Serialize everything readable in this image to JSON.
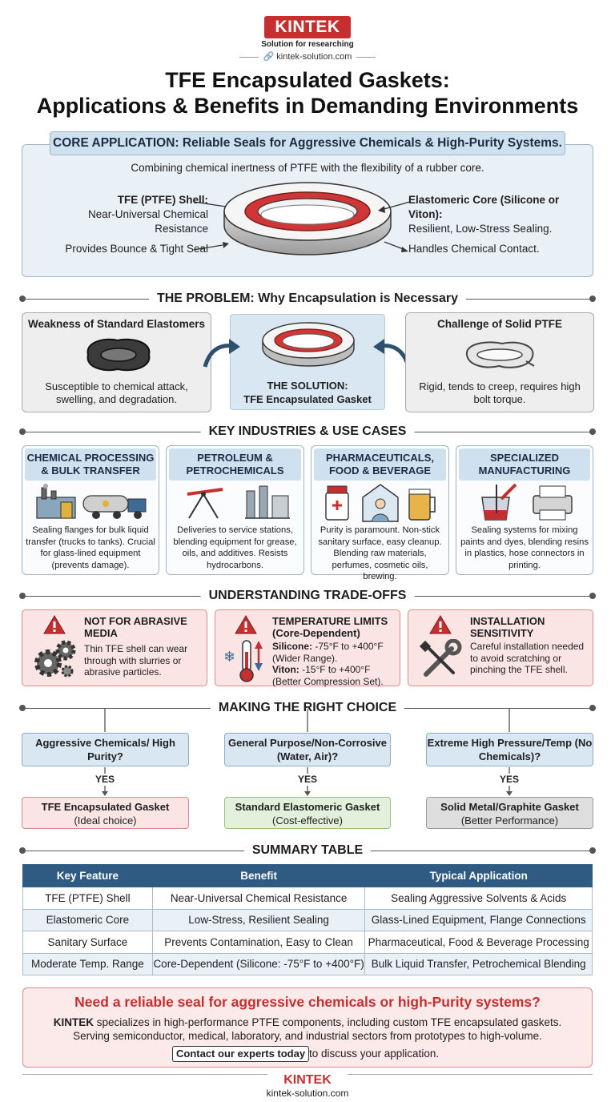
{
  "header": {
    "logo": "KINTEK",
    "tagline": "Solution for researching",
    "site": "kintek-solution.com",
    "title_line1": "TFE Encapsulated Gaskets:",
    "title_line2": "Applications & Benefits in Demanding Environments"
  },
  "core": {
    "banner": "CORE APPLICATION: Reliable Seals for Aggressive Chemicals & High-Purity Systems.",
    "subtitle": "Combining chemical inertness of PTFE with the flexibility of a rubber core.",
    "left_title": "TFE (PTFE) Shell:",
    "left_text": "Near-Universal Chemical Resistance",
    "right_title": "Elastomeric Core (Silicone or Viton):",
    "right_text": "Resilient, Low-Stress Sealing.",
    "bottom_left": "Provides Bounce & Tight Seal",
    "bottom_right": "Handles Chemical Contact."
  },
  "problem": {
    "heading": "THE PROBLEM: Why Encapsulation is Necessary",
    "left_title": "Weakness of Standard Elastomers",
    "left_text": "Susceptible to chemical attack, swelling, and degradation.",
    "center_line1": "THE SOLUTION:",
    "center_line2": "TFE Encapsulated Gasket",
    "right_title": "Challenge of Solid PTFE",
    "right_text": "Rigid, tends to creep, requires high bolt torque."
  },
  "industries": {
    "heading": "KEY INDUSTRIES & USE CASES",
    "items": [
      {
        "title": "CHEMICAL PROCESSING & BULK TRANSFER",
        "text": "Sealing flanges for bulk liquid transfer (trucks to tanks). Crucial for glass-lined equipment (prevents damage)."
      },
      {
        "title": "PETROLEUM & PETROCHEMICALS",
        "text": "Deliveries to service stations, blending equipment for grease, oils, and additives. Resists hydrocarbons."
      },
      {
        "title": "PHARMACEUTICALS, FOOD & BEVERAGE",
        "text": "Purity is paramount. Non-stick sanitary surface, easy cleanup. Blending raw materials, perfumes, cosmetic oils, brewing."
      },
      {
        "title": "SPECIALIZED MANUFACTURING",
        "text": "Sealing systems for mixing paints and dyes, blending resins in plastics, hose connectors in printing."
      }
    ]
  },
  "tradeoffs": {
    "heading": "UNDERSTANDING TRADE-OFFS",
    "abrasive_title": "NOT FOR ABRASIVE MEDIA",
    "abrasive_text": "Thin TFE shell can wear through with slurries or abrasive particles.",
    "temp_title": "TEMPERATURE LIMITS (Core-Dependent)",
    "temp_silicone_label": "Silicone:",
    "temp_silicone_text": "-75°F to +400°F (Wider Range).",
    "temp_viton_label": "Viton:",
    "temp_viton_text": "-15°F to +400°F (Better Compression Set).",
    "install_title": "INSTALLATION SENSITIVITY",
    "install_text": "Careful installation needed to avoid scratching or pinching the TFE shell."
  },
  "choice": {
    "heading": "MAKING THE RIGHT CHOICE",
    "yes": "YES",
    "options": [
      {
        "question": "Aggressive Chemicals/ High Purity?",
        "answer": "TFE Encapsulated Gasket",
        "note": "(Ideal choice)"
      },
      {
        "question": "General Purpose/Non-Corrosive (Water, Air)?",
        "answer": "Standard Elastomeric Gasket",
        "note": "(Cost-effective)"
      },
      {
        "question": "Extreme High Pressure/Temp (No Chemicals)?",
        "answer": "Solid Metal/Graphite Gasket",
        "note": "(Better Performance)"
      }
    ]
  },
  "summary": {
    "heading": "SUMMARY TABLE",
    "columns": [
      "Key Feature",
      "Benefit",
      "Typical Application"
    ],
    "rows": [
      [
        "TFE (PTFE) Shell",
        "Near-Universal Chemical Resistance",
        "Sealing Aggressive Solvents & Acids"
      ],
      [
        "Elastomeric Core",
        "Low-Stress, Resilient Sealing",
        "Glass-Lined Equipment, Flange Connections"
      ],
      [
        "Sanitary Surface",
        "Prevents Contamination, Easy to Clean",
        "Pharmaceutical, Food & Beverage Processing"
      ],
      [
        "Moderate Temp. Range",
        "Core-Dependent (Silicone: -75°F to +400°F)",
        "Bulk Liquid Transfer, Petrochemical Blending"
      ]
    ]
  },
  "cta": {
    "heading": "Need a reliable seal for aggressive chemicals or high-Purity systems?",
    "brand": "KINTEK",
    "line1": "specializes in high-performance PTFE components, including custom TFE encapsulated gaskets.",
    "line2": "Serving semiconductor, medical, laboratory, and industrial sectors from prototypes to high-volume.",
    "button": "Contact our experts today",
    "after": "to discuss your application."
  },
  "footer": {
    "logo": "KINTEK",
    "site": "kintek-solution.com"
  }
}
